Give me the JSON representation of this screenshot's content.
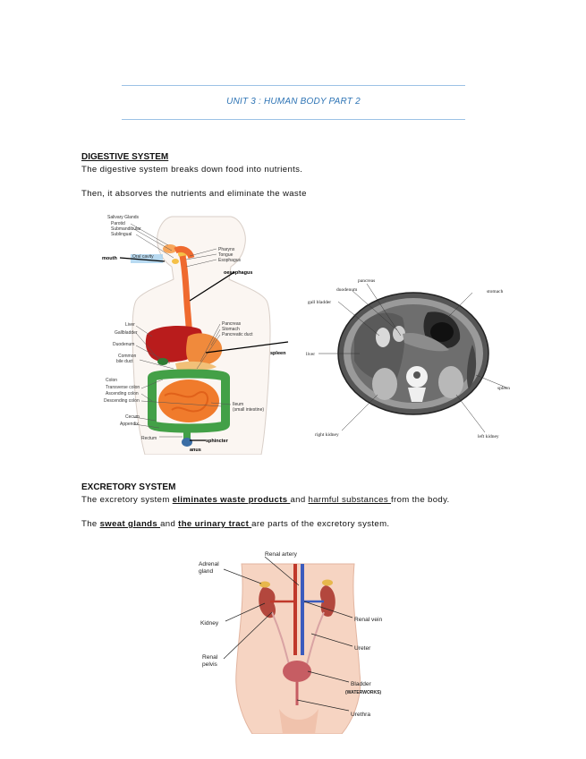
{
  "header": {
    "title": "UNIT 3  : HUMAN BODY PART 2"
  },
  "digestive": {
    "heading": "DIGESTIVE SYSTEM",
    "p1": "The digestive system breaks down food into nutrients.",
    "p2": "Then, it absorves the nutrients and eliminate the waste",
    "diagram_labels": {
      "salivary_glands": "Salivary Glands",
      "parotid": "Parotid",
      "submandibular": "Submandibular",
      "sublingual": "Sublingual",
      "mouth": "mouth",
      "oral_cavity": "Oral cavity",
      "pharynx": "Pharynx",
      "tongue": "Tongue",
      "esophagus": "Esophagus",
      "oesophagus": "oesophagus",
      "liver": "Liver",
      "gallbladder": "Gallbladder",
      "duodenum": "Duodenum",
      "common_bile_duct_1": "Common",
      "common_bile_duct_2": "bile duct",
      "pancreas": "Pancreas",
      "stomach": "Stomach",
      "pancreatic_duct": "Pancreatic duct",
      "spleen": "spleen",
      "colon": "Colon",
      "transverse_colon": "Transverse colon",
      "ascending_colon": "Ascending colon",
      "descending_colon": "Descending colon",
      "cecum": "Cecum",
      "appendix": "Appendix",
      "rectum": "Rectum",
      "sphincter": "sphincter",
      "anus": "anus",
      "ileum": "Ileum",
      "ileum_sub": "(small intestine)"
    },
    "ct_labels": {
      "pancreas": "pancreas",
      "duodenum": "duodenum",
      "gall_bladder": "gall bladder",
      "stomach": "stomach",
      "liver": "liver",
      "spleen": "spleen",
      "right_kidney": "right kidney",
      "left_kidney": "left kidney"
    }
  },
  "excretory": {
    "heading": "EXCRETORY SYSTEM",
    "p1_a": "The excretory system ",
    "p1_b": "eliminates waste products ",
    "p1_c": "and ",
    "p1_d": "harmful substances ",
    "p1_e": "from the body.",
    "p2_a": "The ",
    "p2_b": "sweat glands ",
    "p2_c": "and ",
    "p2_d": "the urinary tract ",
    "p2_e": "are parts of the excretory system.",
    "diagram_labels": {
      "renal_artery": "Renal artery",
      "adrenal_1": "Adrenal",
      "adrenal_2": "gland",
      "kidney": "Kidney",
      "renal_vein": "Renal vein",
      "ureter": "Ureter",
      "renal_1": "Renal",
      "renal_2": "pelvis",
      "bladder": "Bladder",
      "waterworks": "(WATERWORKS)",
      "urethra": "Urethra"
    }
  }
}
